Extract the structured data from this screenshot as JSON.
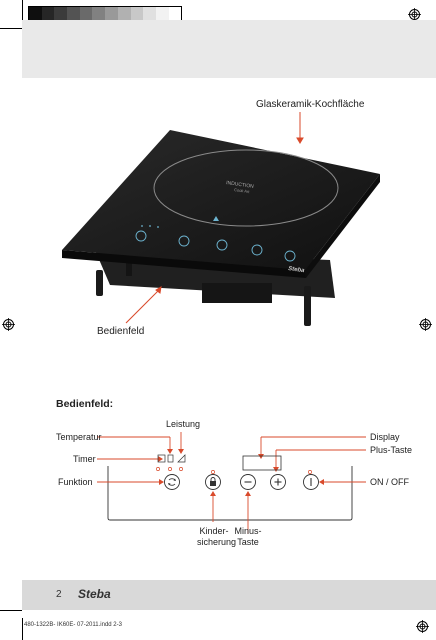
{
  "colors": {
    "accent_line": "#d94a2b",
    "header_band": "#e9e9e9",
    "footer_band": "#d9d9d9",
    "hob_glass": "#1b1b1b"
  },
  "color_bar": [
    "#0f0f0f",
    "#262626",
    "#3b3b3b",
    "#535353",
    "#6a6a6a",
    "#818181",
    "#999999",
    "#b1b1b1",
    "#c8c8c8",
    "#e0e0e0",
    "#f2f2f2",
    "#ffffff"
  ],
  "figure": {
    "glass_surface_label": "Glaskeramik-Kochfläche",
    "control_panel_label": "Bedienfeld",
    "hob_print": {
      "line1": "INDUCTION",
      "line2": "Cook Art"
    },
    "logo": "Steba"
  },
  "panel_diagram": {
    "title": "Bedienfeld:",
    "labels": {
      "temperature": "Temperatur",
      "power": "Leistung",
      "timer": "Timer",
      "function": "Funktion",
      "display": "Display",
      "plus_key": "Plus-Taste",
      "on_off": "ON / OFF",
      "child_lock_line1": "Kinder-",
      "child_lock_line2": "sicherung",
      "minus_line1": "Minus-",
      "minus_line2": "Taste"
    },
    "icons": {
      "function": "cycle-arrows-icon",
      "lock": "padlock-icon",
      "minus": "minus-icon",
      "plus": "plus-icon",
      "power": "power-icon"
    }
  },
  "footer": {
    "page_number": "2",
    "logo": "Steba"
  },
  "slug_line": "480-1322B- IK60E- 07-2011.indd 2-3"
}
